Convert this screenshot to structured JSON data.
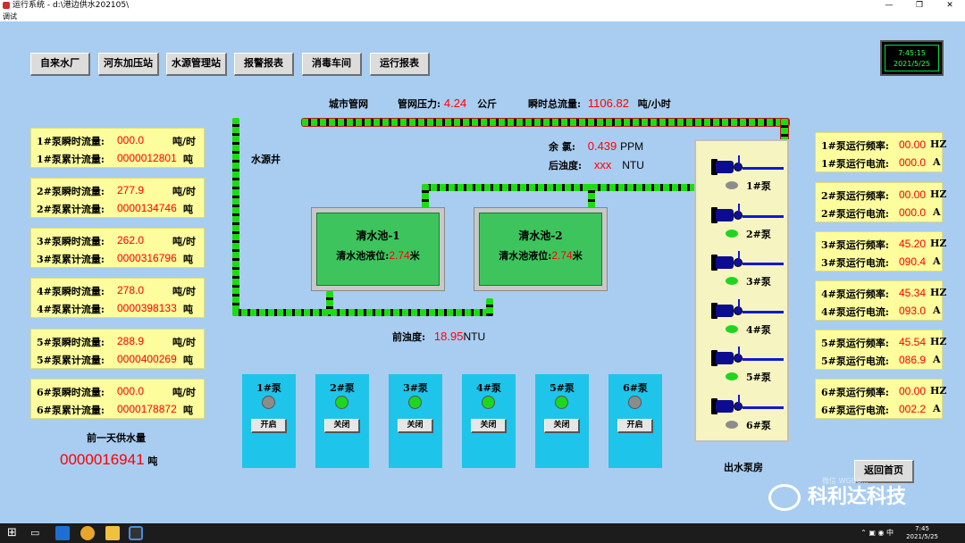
{
  "window": {
    "title": "运行系统 - d:\\港边供水202105\\",
    "menu": "调试",
    "min": "—",
    "max": "❐",
    "close": "✕"
  },
  "nav": [
    "自来水厂",
    "河东加压站",
    "水源管理站",
    "报警报表",
    "消毒车间",
    "运行报表"
  ],
  "clock": {
    "time": "7:45:15",
    "date": "2021/5/25"
  },
  "header": {
    "city_net": "城市管网",
    "pressure_label": "管网压力:",
    "pressure_value": "4.24",
    "pressure_unit": "公斤",
    "flow_label": "瞬时总流量:",
    "flow_value": "1106.82",
    "flow_unit": "吨/小时"
  },
  "water_source_well": "水源井",
  "chlorine": {
    "label": "余 氯:",
    "value": "0.439",
    "unit": "PPM"
  },
  "turbidity_after": {
    "label": "后浊度:",
    "value": "xxx",
    "unit": "NTU"
  },
  "turbidity_before": {
    "label": "前浊度:",
    "value": "18.95",
    "unit": "NTU"
  },
  "tanks": [
    {
      "name": "清水池-1",
      "level_label": "清水池液位:",
      "level_value": "2.74",
      "level_unit": "米"
    },
    {
      "name": "清水池-2",
      "level_label": "清水池液位:",
      "level_value": "2.74",
      "level_unit": "米"
    }
  ],
  "left_pumps": [
    {
      "flow_label": "1#泵瞬时流量:",
      "flow": "000.0",
      "flow_unit": "吨/时",
      "total_label": "1#泵累计流量:",
      "total": "0000012801",
      "total_unit": "吨"
    },
    {
      "flow_label": "2#泵瞬时流量:",
      "flow": "277.9",
      "flow_unit": "吨/时",
      "total_label": "2#泵累计流量:",
      "total": "0000134746",
      "total_unit": "吨"
    },
    {
      "flow_label": "3#泵瞬时流量:",
      "flow": "262.0",
      "flow_unit": "吨/时",
      "total_label": "3#泵累计流量:",
      "total": "0000316796",
      "total_unit": "吨"
    },
    {
      "flow_label": "4#泵瞬时流量:",
      "flow": "278.0",
      "flow_unit": "吨/时",
      "total_label": "4#泵累计流量:",
      "total": "0000398133",
      "total_unit": "吨"
    },
    {
      "flow_label": "5#泵瞬时流量:",
      "flow": "288.9",
      "flow_unit": "吨/时",
      "total_label": "5#泵累计流量:",
      "total": "0000400269",
      "total_unit": "吨"
    },
    {
      "flow_label": "6#泵瞬时流量:",
      "flow": "000.0",
      "flow_unit": "吨/时",
      "total_label": "6#泵累计流量:",
      "total": "0000178872",
      "total_unit": "吨"
    }
  ],
  "prev_day": {
    "label": "前一天供水量",
    "value": "0000016941",
    "unit": "吨"
  },
  "pump_controls": [
    {
      "name": "1#泵",
      "button": "开启",
      "color": "#8c8c8c"
    },
    {
      "name": "2#泵",
      "button": "关闭",
      "color": "#1fd61f"
    },
    {
      "name": "3#泵",
      "button": "关闭",
      "color": "#1fd61f"
    },
    {
      "name": "4#泵",
      "button": "关闭",
      "color": "#1fd61f"
    },
    {
      "name": "5#泵",
      "button": "关闭",
      "color": "#1fd61f"
    },
    {
      "name": "6#泵",
      "button": "开启",
      "color": "#8c8c8c"
    }
  ],
  "pump_house": {
    "label": "出水泵房",
    "pumps": [
      {
        "name": "1#泵",
        "lamp": "#8c8c8c"
      },
      {
        "name": "2#泵",
        "lamp": "#1fd61f"
      },
      {
        "name": "3#泵",
        "lamp": "#1fd61f"
      },
      {
        "name": "4#泵",
        "lamp": "#1fd61f"
      },
      {
        "name": "5#泵",
        "lamp": "#1fd61f"
      },
      {
        "name": "6#泵",
        "lamp": "#8c8c8c"
      }
    ]
  },
  "right_pumps": [
    {
      "freq_label": "1#泵运行频率:",
      "freq": "00.00",
      "freq_unit": "HZ",
      "cur_label": "1#泵运行电流:",
      "cur": "000.0",
      "cur_unit": "A"
    },
    {
      "freq_label": "2#泵运行频率:",
      "freq": "00.00",
      "freq_unit": "HZ",
      "cur_label": "2#泵运行电流:",
      "cur": "000.0",
      "cur_unit": "A"
    },
    {
      "freq_label": "3#泵运行频率:",
      "freq": "45.20",
      "freq_unit": "HZ",
      "cur_label": "3#泵运行电流:",
      "cur": "090.4",
      "cur_unit": "A"
    },
    {
      "freq_label": "4#泵运行频率:",
      "freq": "45.34",
      "freq_unit": "HZ",
      "cur_label": "4#泵运行电流:",
      "cur": "093.0",
      "cur_unit": "A"
    },
    {
      "freq_label": "5#泵运行频率:",
      "freq": "45.54",
      "freq_unit": "HZ",
      "cur_label": "5#泵运行电流:",
      "cur": "086.9",
      "cur_unit": "A"
    },
    {
      "freq_label": "6#泵运行频率:",
      "freq": "00.00",
      "freq_unit": "HZ",
      "cur_label": "6#泵运行电流:",
      "cur": "002.2",
      "cur_unit": "A"
    }
  ],
  "return_home": "返回首页",
  "watermark": {
    "brand": "科利达科技",
    "faint": "微信 WGG8..."
  },
  "taskbar": {
    "time": "7:45",
    "date": "2021/5/25",
    "ime": "中"
  }
}
